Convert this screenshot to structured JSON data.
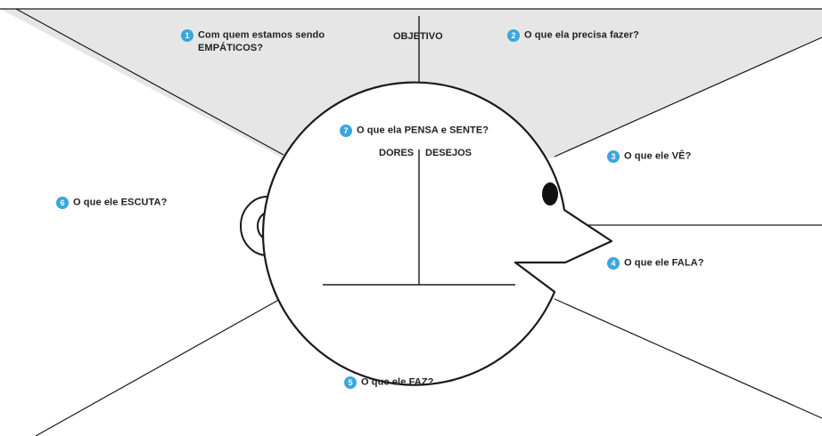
{
  "sections": {
    "s1": {
      "number": "1",
      "line1": "Com quem estamos sendo",
      "line2": "EMPÁTICOS?"
    },
    "objective": "OBJETIVO",
    "s2": {
      "number": "2",
      "text": "O que ela precisa fazer?"
    },
    "s3": {
      "number": "3",
      "text": "O que ele VÊ?"
    },
    "s4": {
      "number": "4",
      "text": "O que ele FALA?"
    },
    "s5": {
      "number": "5",
      "text": "O que ele FAZ?"
    },
    "s6": {
      "number": "6",
      "text": "O que ele ESCUTA?"
    },
    "s7": {
      "number": "7",
      "text": "O que ela PENSA e SENTE?"
    },
    "pains": "DORES",
    "desires": "DESEJOS"
  },
  "colors": {
    "badge": "#3aa6dc",
    "top_fill": "#e6e6e6",
    "line": "#1a1a1a"
  }
}
